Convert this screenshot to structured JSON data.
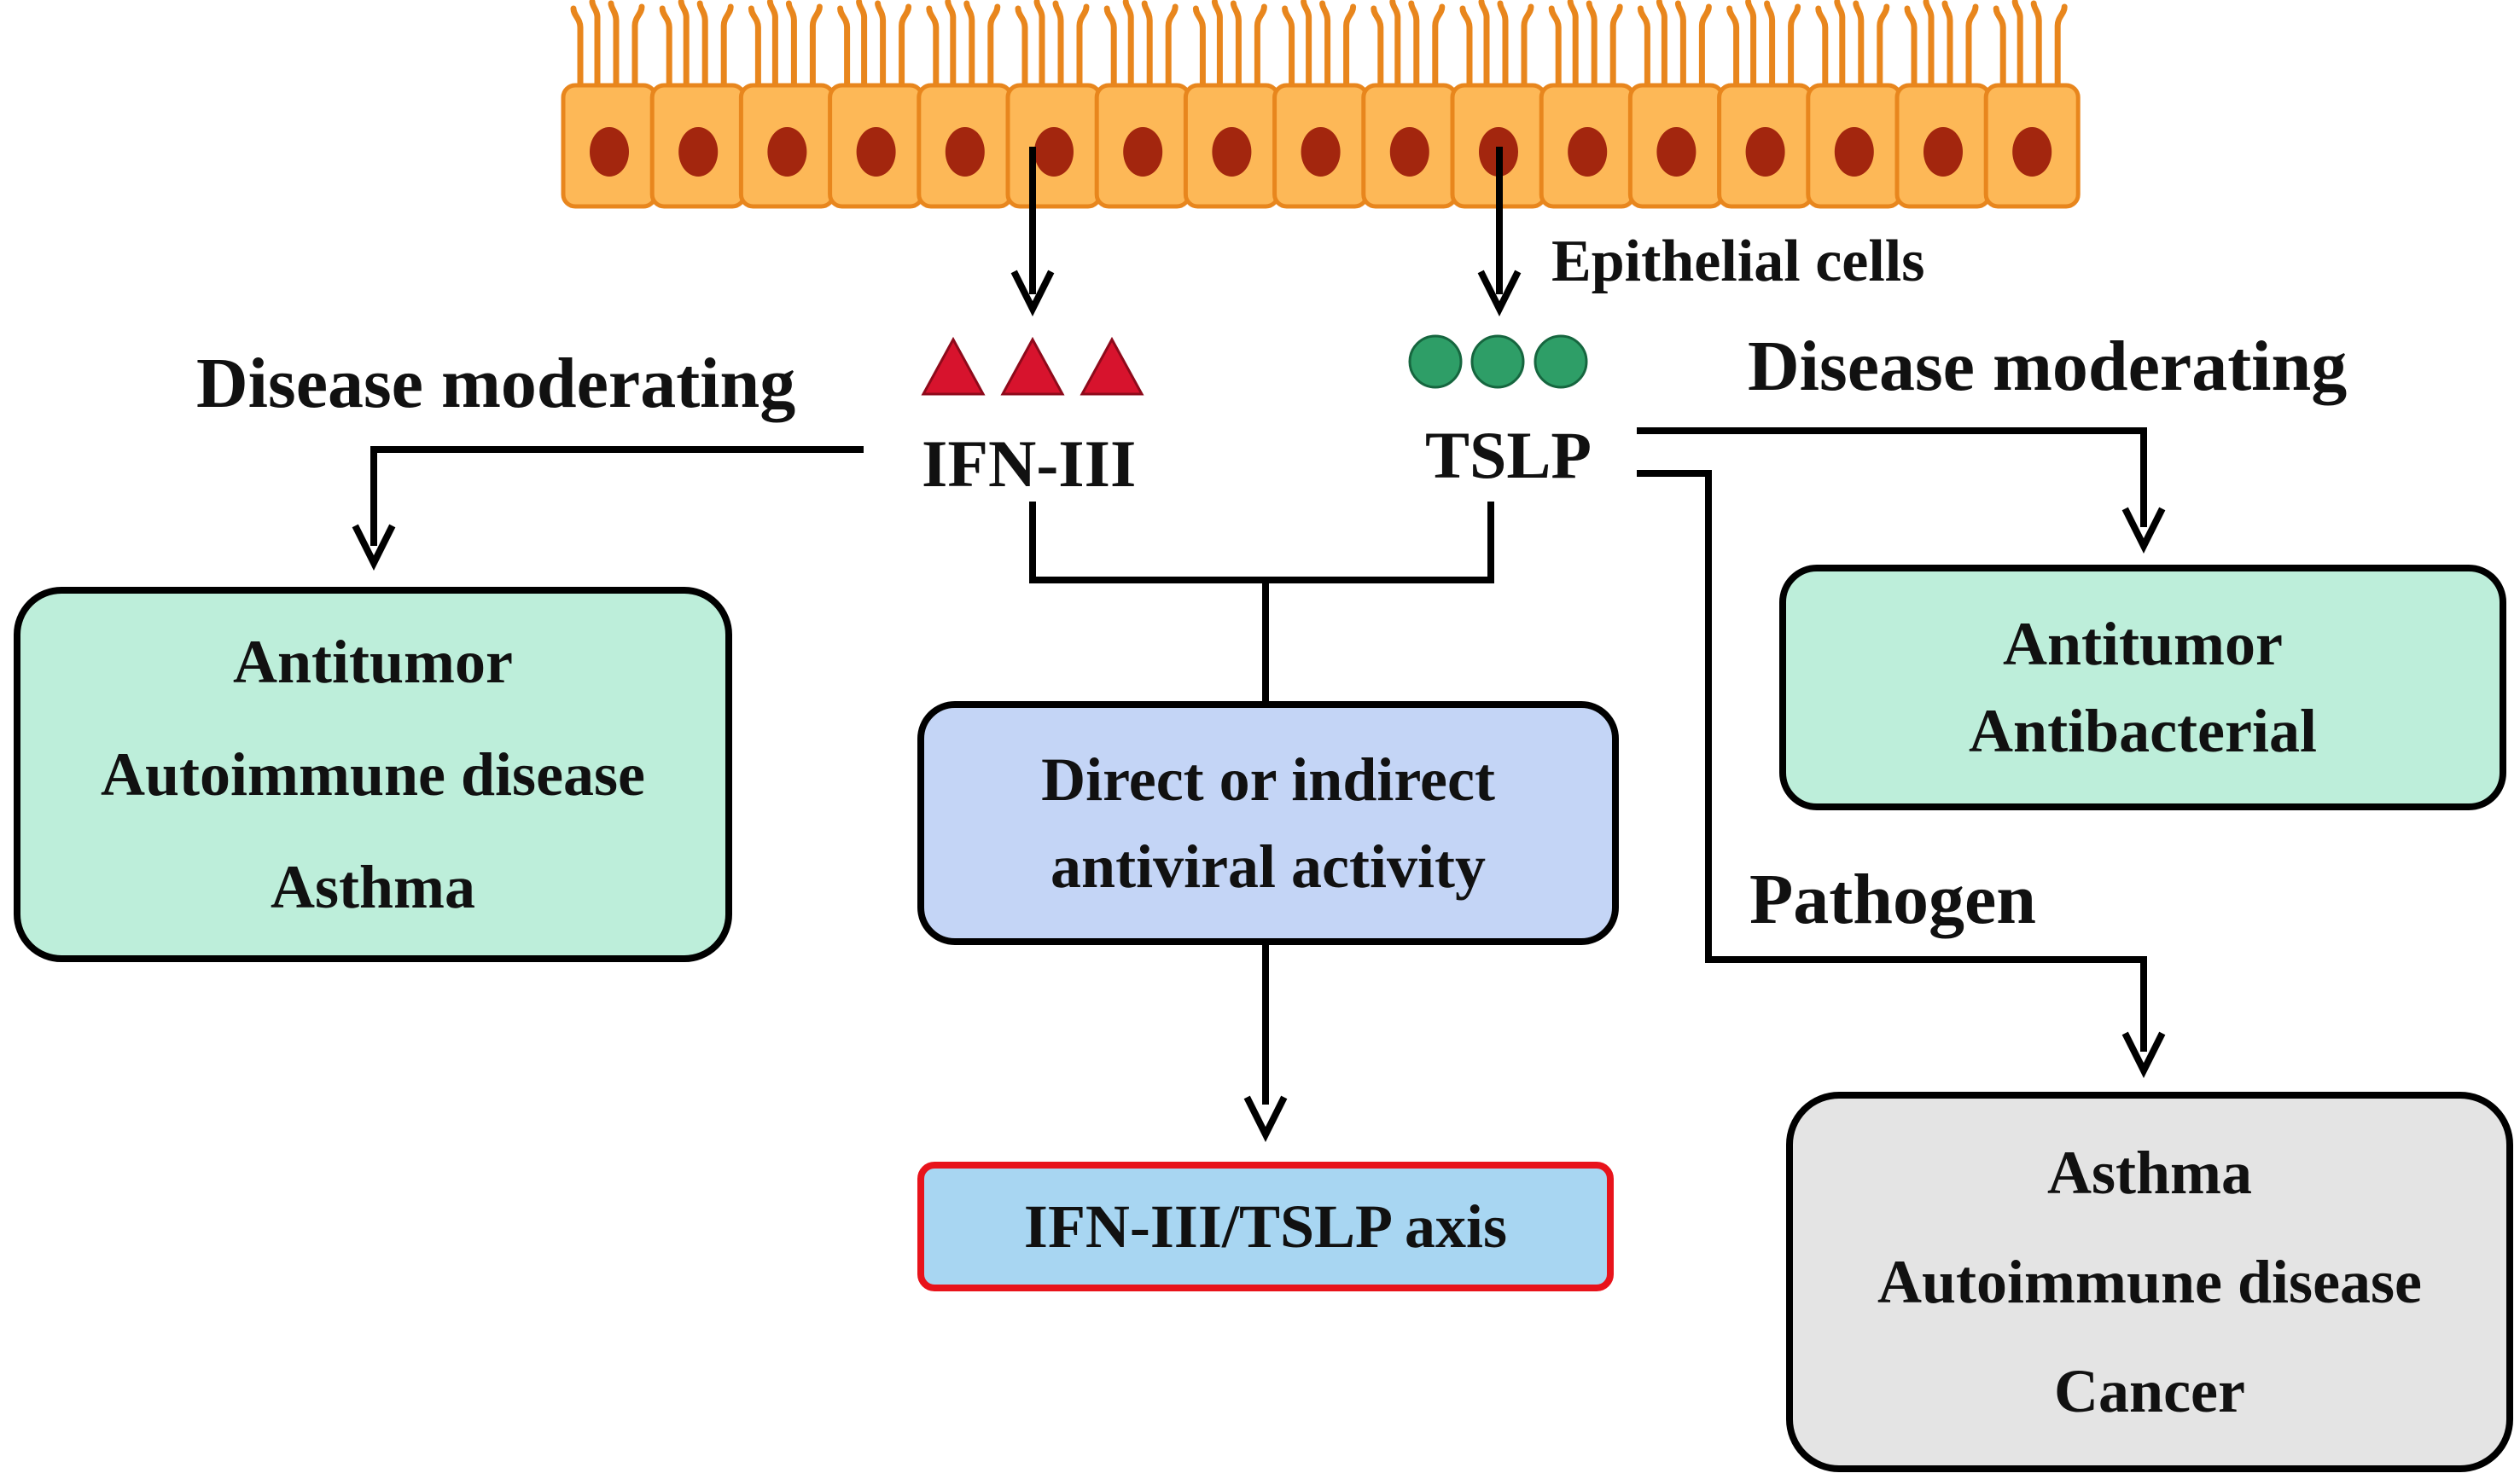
{
  "epithelial_label": "Epithelial cells",
  "ifn": {
    "label": "IFN-III",
    "moderating_label": "Disease moderating"
  },
  "tslp": {
    "label": "TSLP",
    "moderating_label": "Disease moderating",
    "pathogen_label": "Pathogen"
  },
  "boxes": {
    "left": {
      "lines": [
        "Antitumor",
        "Autoimmune disease",
        "Asthma"
      ]
    },
    "center": {
      "lines": [
        "Direct or indirect",
        "antiviral activity"
      ]
    },
    "axis": {
      "label": "IFN-III/TSLP axis"
    },
    "right_top": {
      "lines": [
        "Antitumor",
        "Antibacterial"
      ]
    },
    "right_bottom": {
      "lines": [
        "Asthma",
        "Autoimmune disease",
        "Cancer"
      ]
    }
  },
  "colors": {
    "cell_fill": "#FDB857",
    "cell_stroke": "#E8861D",
    "nucleus": "#A3260E",
    "ifn_marker": "#D7132D",
    "tslp_marker": "#2E9E67",
    "green_box": "#BDEEDA",
    "blue_box": "#C4D5F6",
    "axis_box": "#A8D6F2",
    "axis_border": "#E8131B",
    "gray_box": "#E4E4E4"
  }
}
